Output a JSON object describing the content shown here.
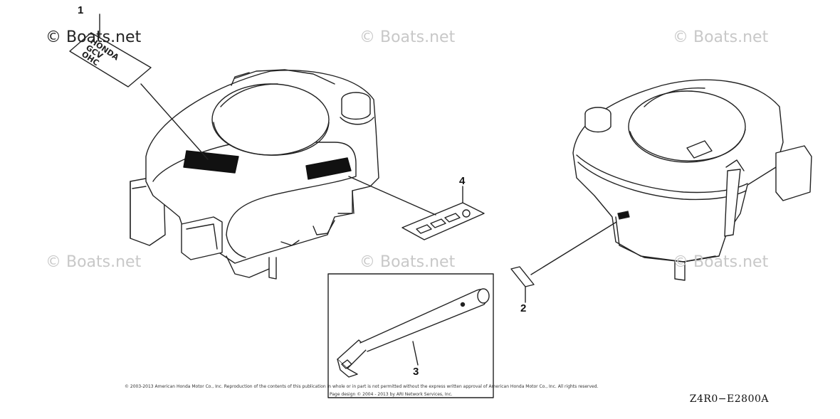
{
  "watermarks": [
    "© Boats.net",
    "© Boats.net",
    "© Boats.net",
    "© Boats.net",
    "© Boats.net",
    "© Boats.net"
  ],
  "callouts": [
    "1",
    "2",
    "3",
    "4"
  ],
  "decal_1_text": [
    "HONDA",
    "GCV",
    "OHC"
  ],
  "diagram_code": "Z4R0−E2800A",
  "copyright_lines": [
    "© 2003-2013 American Honda Motor Co., Inc. Reproduction of the contents of this publication in whole or in part is not permitted without the express written approval of American Honda Motor Co., Inc. All rights reserved.",
    "Page design © 2004 - 2013 by ARI Network Services, Inc."
  ]
}
